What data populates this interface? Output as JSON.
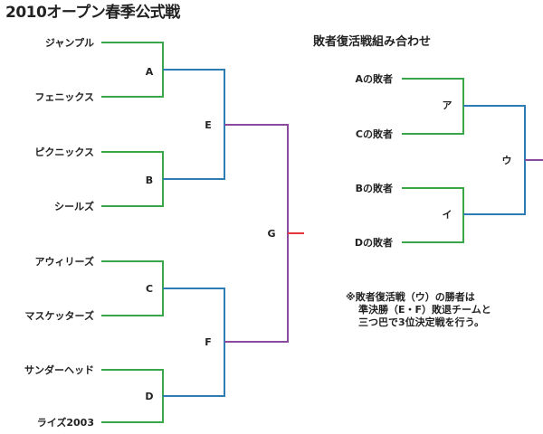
{
  "title": "2010オープン春季公式戦",
  "subtitle": "敗者復活戦組み合わせ",
  "colors": {
    "round1": "#3aa64a",
    "round2": "#2d7db4",
    "semi": "#8a4b9e",
    "final": "#e8343a"
  },
  "bracket": {
    "teams": [
      "ジャンプル",
      "フェニックス",
      "ピクニックス",
      "シールズ",
      "アウィリーズ",
      "マスケッターズ",
      "サンダーヘッド",
      "ライズ2003"
    ],
    "matches": {
      "A": "A",
      "B": "B",
      "C": "C",
      "D": "D",
      "E": "E",
      "F": "F",
      "G": "G"
    }
  },
  "consolation": {
    "entries": [
      "Aの敗者",
      "Cの敗者",
      "Bの敗者",
      "Dの敗者"
    ],
    "matches": {
      "a": "ア",
      "i": "イ",
      "u": "ウ"
    }
  },
  "note": {
    "line1": "※敗者復活戦（ウ）の勝者は",
    "line2": "準決勝（E・F）敗退チームと",
    "line3": "三つ巴で3位決定戦を行う。"
  }
}
